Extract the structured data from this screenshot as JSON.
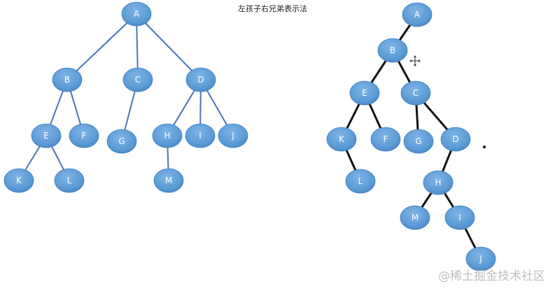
{
  "title": "左孩子右兄弟表示法",
  "watermark": "@稀土掘金技术社区",
  "colors": {
    "node_fill": "#5b9bd5",
    "node_fill_dark": "#3f7fbf",
    "left_edge": "#4a74b8",
    "right_edge": "#111111",
    "label": "#ffffff"
  },
  "icons": {
    "cursor": "move-cursor-icon"
  },
  "left_tree": {
    "nodes": [
      {
        "id": "A",
        "label": "A"
      },
      {
        "id": "B",
        "label": "B"
      },
      {
        "id": "C",
        "label": "C"
      },
      {
        "id": "D",
        "label": "D"
      },
      {
        "id": "E",
        "label": "E"
      },
      {
        "id": "F",
        "label": "F"
      },
      {
        "id": "G",
        "label": "G"
      },
      {
        "id": "H",
        "label": "H"
      },
      {
        "id": "I",
        "label": "I"
      },
      {
        "id": "J",
        "label": "J"
      },
      {
        "id": "K",
        "label": "K"
      },
      {
        "id": "L",
        "label": "L"
      },
      {
        "id": "M",
        "label": "M"
      }
    ],
    "edges": [
      [
        "A",
        "B"
      ],
      [
        "A",
        "C"
      ],
      [
        "A",
        "D"
      ],
      [
        "B",
        "E"
      ],
      [
        "B",
        "F"
      ],
      [
        "C",
        "G"
      ],
      [
        "D",
        "H"
      ],
      [
        "D",
        "I"
      ],
      [
        "D",
        "J"
      ],
      [
        "E",
        "K"
      ],
      [
        "E",
        "L"
      ],
      [
        "H",
        "M"
      ]
    ]
  },
  "right_tree": {
    "nodes": [
      {
        "id": "A",
        "label": "A"
      },
      {
        "id": "B",
        "label": "B"
      },
      {
        "id": "E",
        "label": "E"
      },
      {
        "id": "C",
        "label": "C"
      },
      {
        "id": "K",
        "label": "K"
      },
      {
        "id": "F",
        "label": "F"
      },
      {
        "id": "G",
        "label": "G"
      },
      {
        "id": "D",
        "label": "D"
      },
      {
        "id": "L",
        "label": "L"
      },
      {
        "id": "H",
        "label": "H"
      },
      {
        "id": "M",
        "label": "M"
      },
      {
        "id": "I",
        "label": "I"
      },
      {
        "id": "J",
        "label": "J"
      }
    ],
    "edges": [
      [
        "A",
        "B"
      ],
      [
        "B",
        "E"
      ],
      [
        "B",
        "C"
      ],
      [
        "E",
        "K"
      ],
      [
        "E",
        "F"
      ],
      [
        "C",
        "G"
      ],
      [
        "C",
        "D"
      ],
      [
        "K",
        "L"
      ],
      [
        "D",
        "H"
      ],
      [
        "H",
        "M"
      ],
      [
        "H",
        "I"
      ],
      [
        "I",
        "J"
      ]
    ]
  }
}
